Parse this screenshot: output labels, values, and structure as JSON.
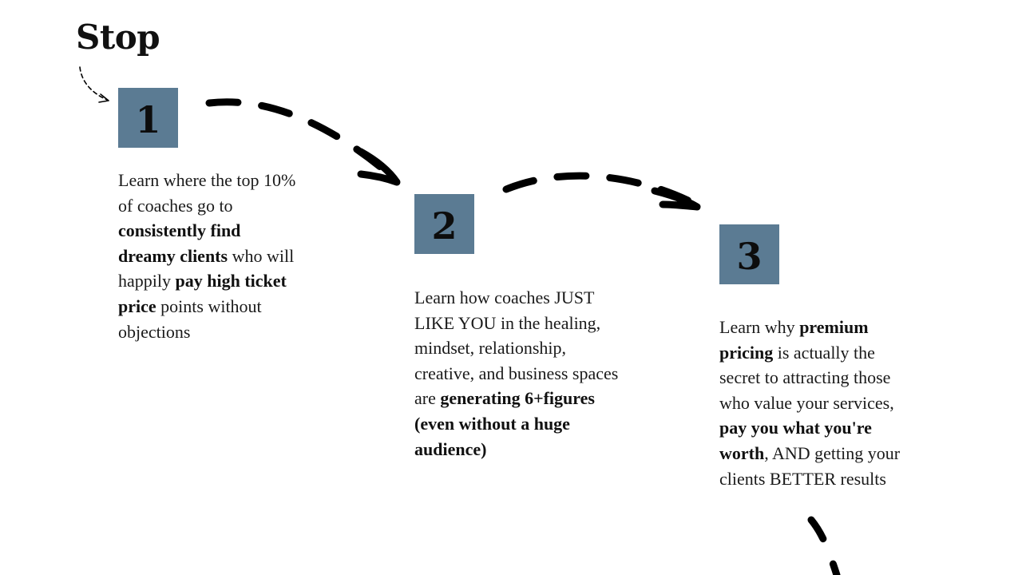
{
  "heading": "Stop",
  "steps": [
    {
      "number": "1",
      "segments": [
        {
          "text": "Learn where the top 10% of coaches go to ",
          "bold": false
        },
        {
          "text": "consistently find dreamy clients",
          "bold": true
        },
        {
          "text": " who will happily ",
          "bold": false
        },
        {
          "text": "pay high ticket price",
          "bold": true
        },
        {
          "text": " points without objections",
          "bold": false
        }
      ]
    },
    {
      "number": "2",
      "segments": [
        {
          "text": "Learn how coaches JUST LIKE YOU in the healing, mindset, relationship, creative, and business spaces are ",
          "bold": false
        },
        {
          "text": "generating 6+figures (even without a huge audience)",
          "bold": true
        }
      ]
    },
    {
      "number": "3",
      "segments": [
        {
          "text": "Learn why ",
          "bold": false
        },
        {
          "text": "premium pricing",
          "bold": true
        },
        {
          "text": " is actually the secret to attracting those who value your services, ",
          "bold": false
        },
        {
          "text": "pay you what you're worth",
          "bold": true
        },
        {
          "text": ", AND getting your clients BETTER results",
          "bold": false
        }
      ]
    }
  ],
  "colors": {
    "step_box": "#5b7b93",
    "text": "#111111",
    "arrow": "#000000"
  },
  "icons": [
    "dashed-curved-arrow-icon"
  ]
}
